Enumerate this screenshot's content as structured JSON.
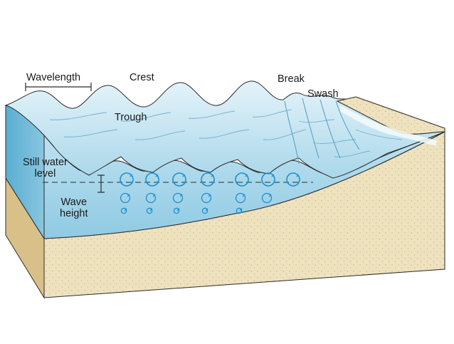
{
  "labels": {
    "wavelength": "Wavelength",
    "crest": "Crest",
    "trough": "Trough",
    "break": "Break",
    "swash": "Swash",
    "still_water_line1": "Still water",
    "still_water_line2": "level",
    "wave_height_line1": "Wave",
    "wave_height_line2": "height"
  },
  "colors": {
    "water_light": "#cfe9f4",
    "water_mid": "#9fd0e6",
    "water_dark": "#63b4d6",
    "sand": "#ecdcb4",
    "sand_side": "#d8c08a",
    "orbit": "#1e8fd0",
    "outline": "#2b2b2b"
  }
}
